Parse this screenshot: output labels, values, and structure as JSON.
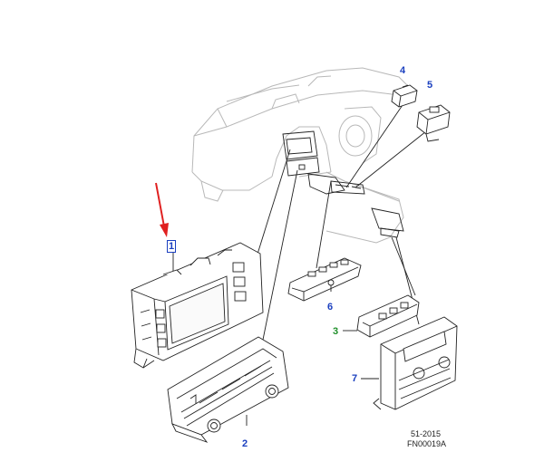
{
  "callouts": {
    "c1": "1",
    "c2": "2",
    "c3": "3",
    "c4": "4",
    "c5": "5",
    "c6": "6",
    "c7": "7"
  },
  "footer": {
    "date_code": "51-2015",
    "figure_code": "FN00019A"
  },
  "colors": {
    "callout_blue": "#1a3fbf",
    "callout_green": "#1f8f2a",
    "pointer_red": "#e02020",
    "line_art": "#222222",
    "ghost_art": "#b8b8b8"
  }
}
